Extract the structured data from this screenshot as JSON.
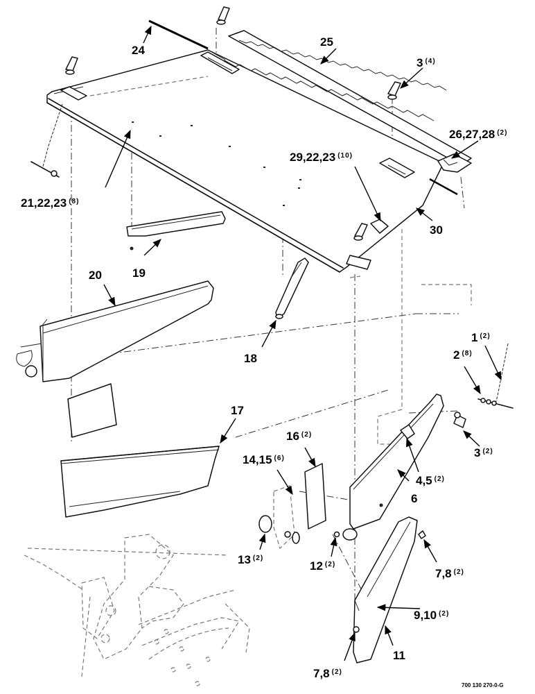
{
  "callouts": [
    {
      "id": "c24",
      "num": "24",
      "qty": ""
    },
    {
      "id": "c25",
      "num": "25",
      "qty": ""
    },
    {
      "id": "c3a",
      "num": "3",
      "qty": "(4)"
    },
    {
      "id": "c26",
      "num": "26,27,28",
      "qty": "(2)"
    },
    {
      "id": "c29",
      "num": "29,22,23",
      "qty": "(10)"
    },
    {
      "id": "c21",
      "num": "21,22,23",
      "qty": "(8)"
    },
    {
      "id": "c30",
      "num": "30",
      "qty": ""
    },
    {
      "id": "c19",
      "num": "19",
      "qty": ""
    },
    {
      "id": "c20",
      "num": "20",
      "qty": ""
    },
    {
      "id": "c18",
      "num": "18",
      "qty": ""
    },
    {
      "id": "c1",
      "num": "1",
      "qty": "(2)"
    },
    {
      "id": "c2",
      "num": "2",
      "qty": "(8)"
    },
    {
      "id": "c17",
      "num": "17",
      "qty": ""
    },
    {
      "id": "c3b",
      "num": "3",
      "qty": "(2)"
    },
    {
      "id": "c16",
      "num": "16",
      "qty": "(2)"
    },
    {
      "id": "c14",
      "num": "14,15",
      "qty": "(6)"
    },
    {
      "id": "c45",
      "num": "4,5",
      "qty": "(2)"
    },
    {
      "id": "c6",
      "num": "6",
      "qty": ""
    },
    {
      "id": "c13",
      "num": "13",
      "qty": "(2)"
    },
    {
      "id": "c12",
      "num": "12",
      "qty": "(2)"
    },
    {
      "id": "c78a",
      "num": "7,8",
      "qty": "(2)"
    },
    {
      "id": "c910",
      "num": "9,10",
      "qty": "(2)"
    },
    {
      "id": "c11",
      "num": "11",
      "qty": ""
    },
    {
      "id": "c78b",
      "num": "7,8",
      "qty": "(2)"
    }
  ],
  "drawing_number": "700 130 270-0-G"
}
